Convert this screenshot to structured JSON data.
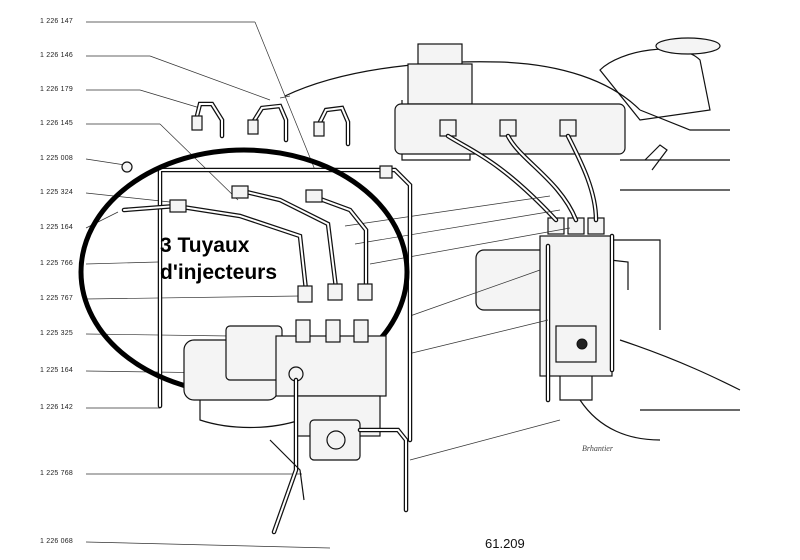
{
  "part_refs": [
    {
      "code": "1 226 147"
    },
    {
      "code": "1 226 146"
    },
    {
      "code": "1 226 179"
    },
    {
      "code": "1 226 145"
    },
    {
      "code": "1 225 008"
    },
    {
      "code": "1 225 324"
    },
    {
      "code": "1 225 164"
    },
    {
      "code": "1 225 766"
    },
    {
      "code": "1 225 767"
    },
    {
      "code": "1 225 325"
    },
    {
      "code": "1 225 164"
    },
    {
      "code": "1 226 142"
    },
    {
      "code": "1 225 768"
    },
    {
      "code": "1 226 068"
    }
  ],
  "callout": {
    "line1": "3 Tuyaux",
    "line2": "d'injecteurs"
  },
  "drawing_number": "61.209",
  "signature": "Brhantier"
}
